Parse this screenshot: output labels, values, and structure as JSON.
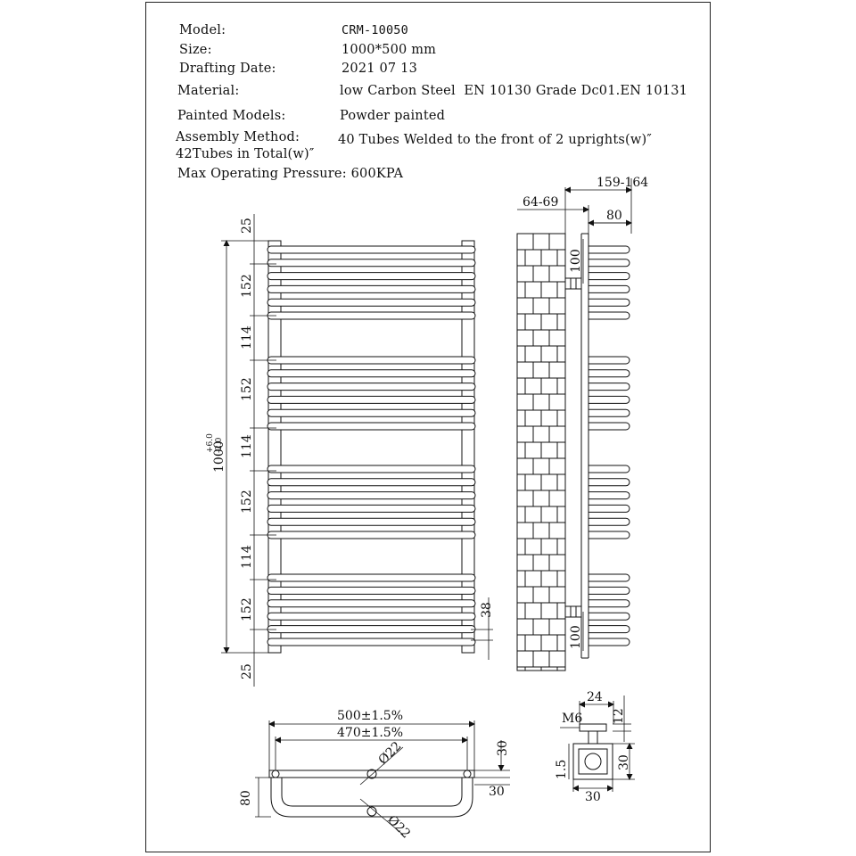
{
  "spec": {
    "model_label": "Model:",
    "model_value": "CRM-10050",
    "size_label": "Size:",
    "size_value": "1000*500 mm",
    "date_label": "Drafting Date:",
    "date_value": "2021 07 13",
    "material_label": "Material:",
    "material_value": "low Carbon Steel  EN 10130 Grade Dc01.EN 10131",
    "painted_label": "Painted Models:",
    "painted_value": "Powder painted",
    "assembly_label": "Assembly Method:",
    "assembly_value": "40 Tubes Welded to the front of 2 uprights(w)″",
    "tubes_total": "42Tubes in Total(w)″",
    "pressure": "Max Operating Pressure: 600KPA"
  },
  "front_view": {
    "top_margin": "25",
    "bottom_margin": "25",
    "group_span_1": "152",
    "gap_1": "114",
    "group_span_2": "152",
    "gap_2": "114",
    "group_span_3": "152",
    "gap_3": "114",
    "group_span_4": "152",
    "height_main": "1000",
    "height_tol_upper": "+6.0",
    "height_tol_lower": "-2.0",
    "bottom_tube_offset": "38"
  },
  "side_view": {
    "depth_total": "159-164",
    "depth_wall": "64-69",
    "tube_depth": "80",
    "bracket_offset_top": "100",
    "bracket_offset_bottom": "100"
  },
  "plan_view": {
    "width_outer": "500±1.5%",
    "width_centers": "470±1.5%",
    "dia_top": "Ø22",
    "dia_bottom": "Ø22",
    "dim_30a": "30",
    "dim_30b": "30",
    "dim_80": "80"
  },
  "detail_view": {
    "dim_24": "24",
    "dim_12": "12",
    "thread": "M6",
    "dim_1_5": "1.5",
    "dim_30w": "30",
    "dim_30h": "30"
  }
}
